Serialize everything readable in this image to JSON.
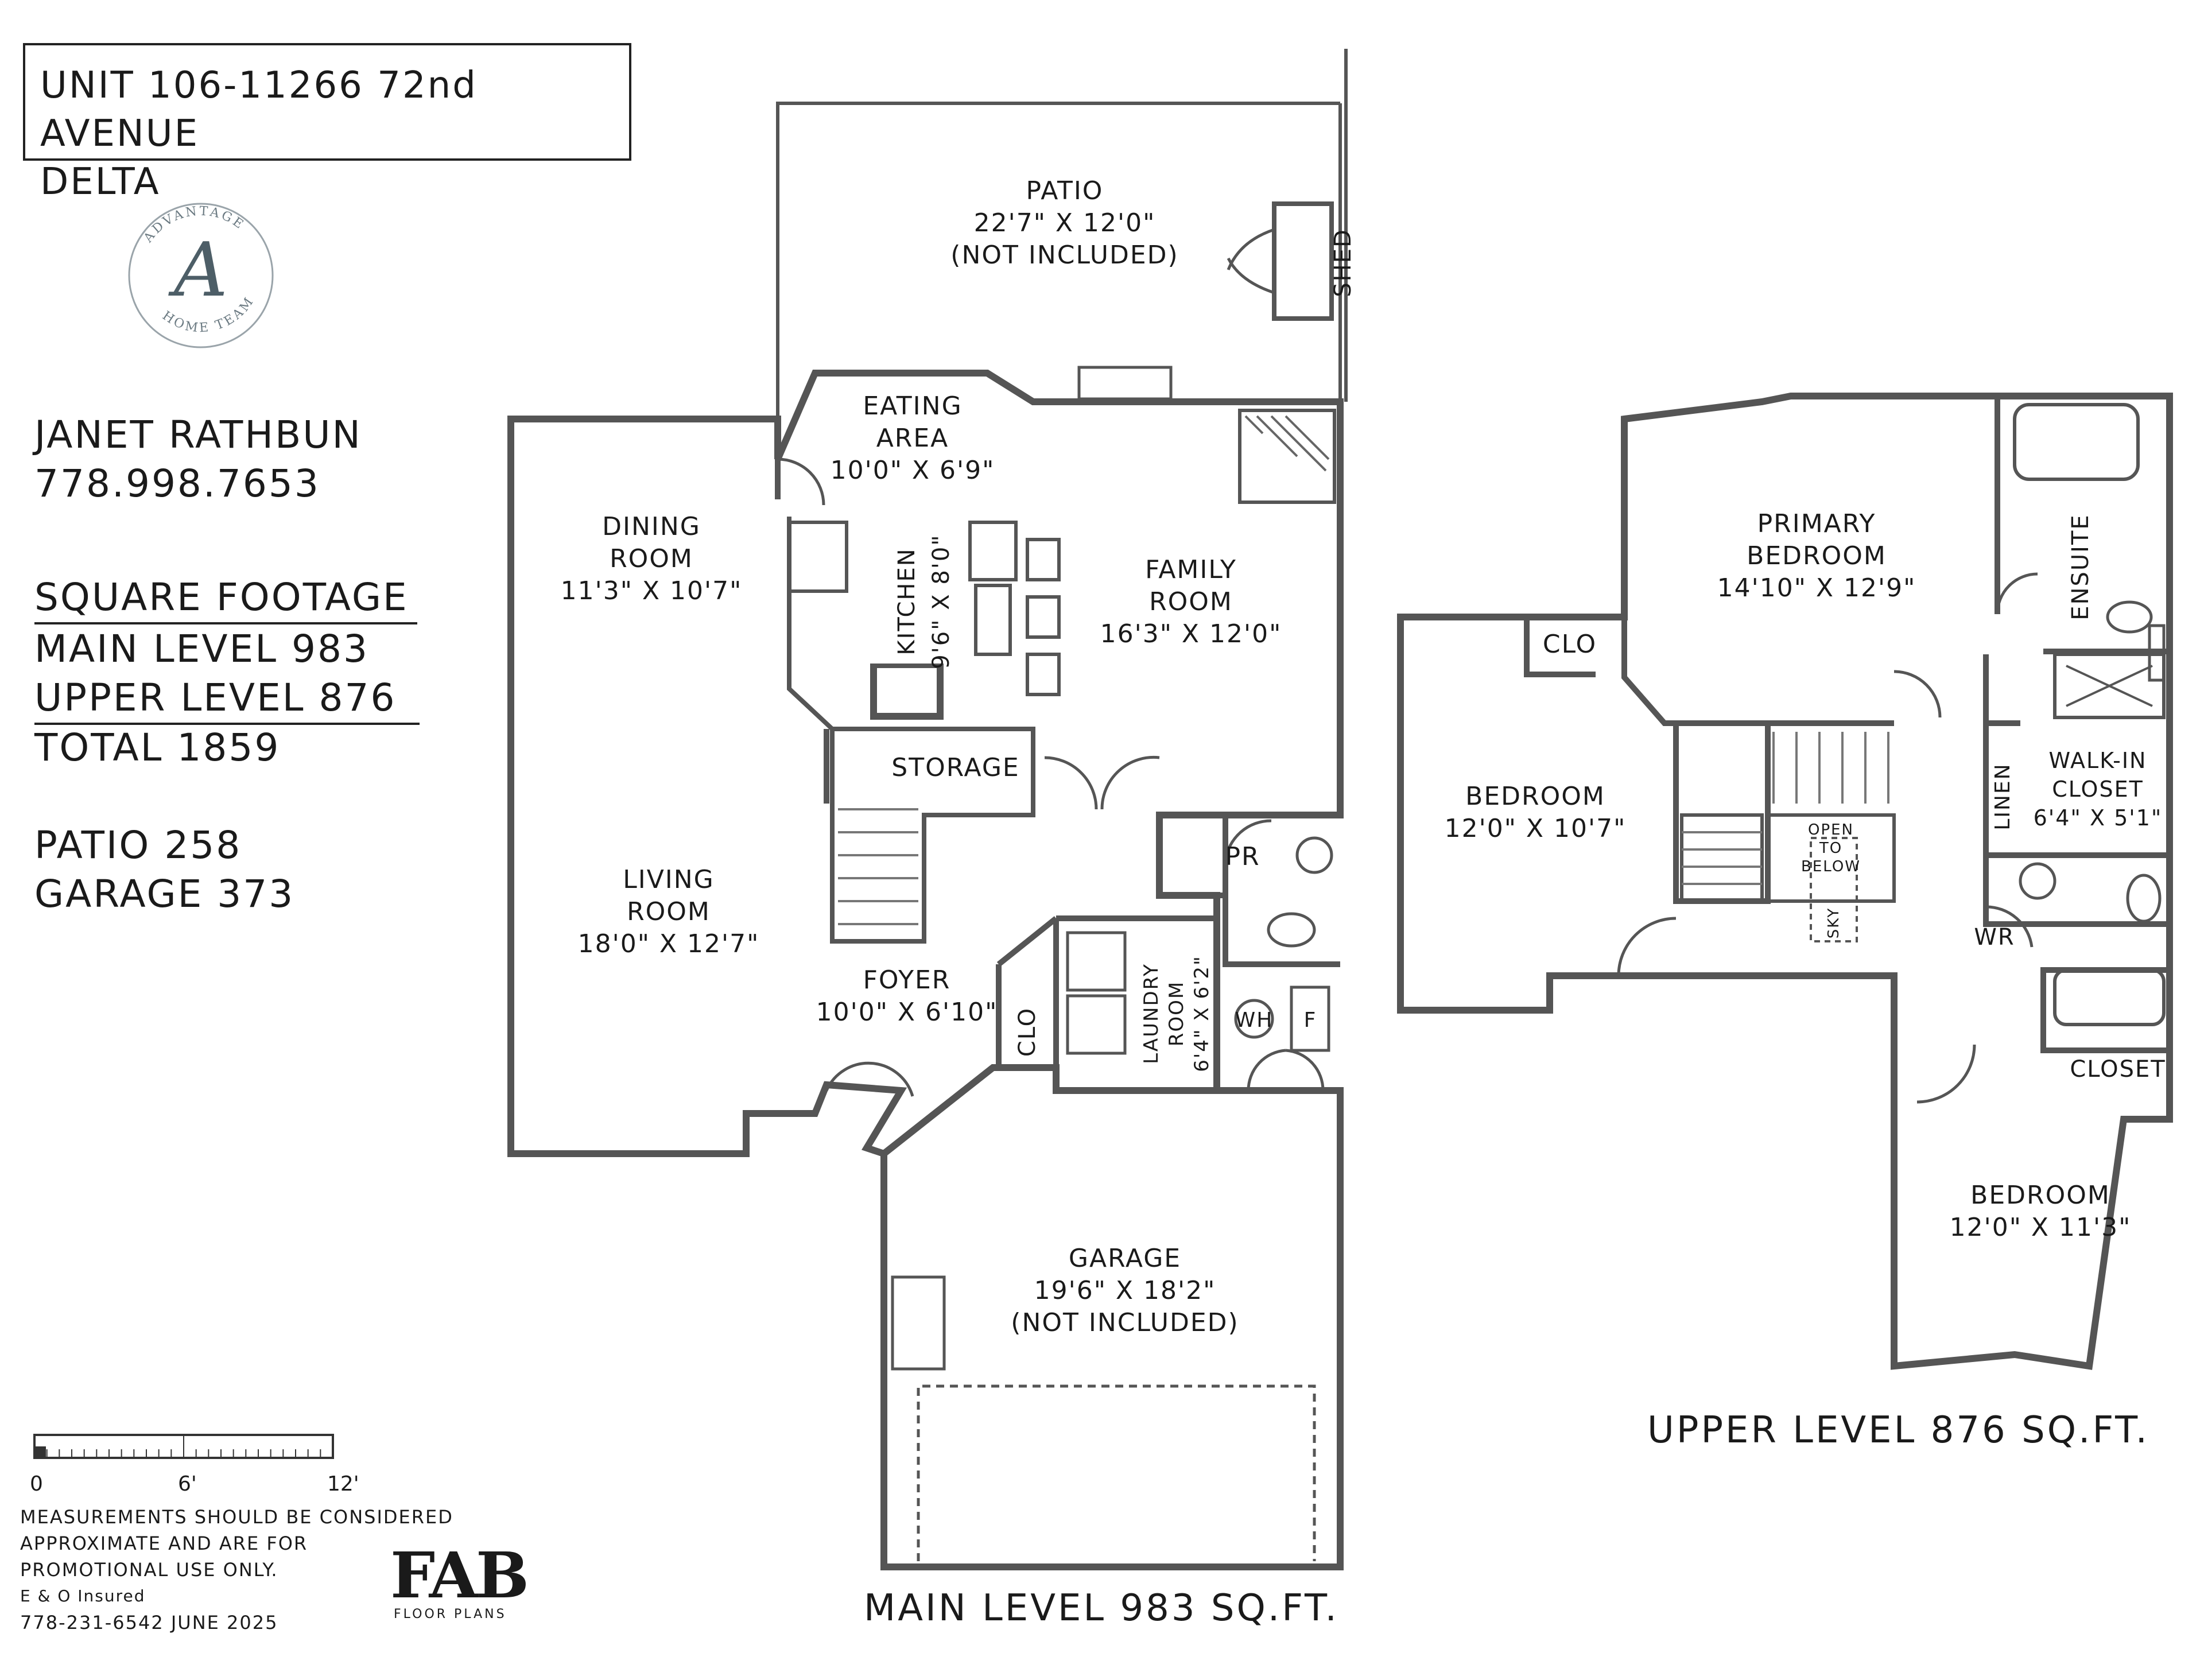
{
  "header": {
    "address_line1": "UNIT 106-11266 72nd AVENUE",
    "address_line2": "DELTA"
  },
  "logo": {
    "top_text": "ADVANTAGE",
    "letter": "A",
    "bottom_text": "HOME TEAM"
  },
  "agent": {
    "name": "JANET RATHBUN",
    "phone": "778.998.7653"
  },
  "square_footage": {
    "heading": "SQUARE FOOTAGE",
    "main": "MAIN LEVEL 983",
    "upper": "UPPER LEVEL 876",
    "total": "TOTAL 1859",
    "patio": "PATIO 258",
    "garage": "GARAGE 373"
  },
  "main_level": {
    "title": "MAIN LEVEL 983 SQ.FT.",
    "rooms": {
      "patio": {
        "name": "PATIO",
        "dims": "22'7\" X 12'0\"",
        "note": "(NOT INCLUDED)"
      },
      "shed": {
        "name": "SHED"
      },
      "eating": {
        "name1": "EATING",
        "name2": "AREA",
        "dims": "10'0\" X 6'9\""
      },
      "dining": {
        "name1": "DINING",
        "name2": "ROOM",
        "dims": "11'3\" X 10'7\""
      },
      "kitchen": {
        "name": "KITCHEN",
        "dims": "9'6\" X 8'0\""
      },
      "family": {
        "name1": "FAMILY",
        "name2": "ROOM",
        "dims": "16'3\" X 12'0\""
      },
      "storage": {
        "name": "STORAGE"
      },
      "pr": {
        "name": "PR"
      },
      "living": {
        "name1": "LIVING",
        "name2": "ROOM",
        "dims": "18'0\" X 12'7\""
      },
      "foyer": {
        "name": "FOYER",
        "dims": "10'0\" X 6'10\""
      },
      "clo": {
        "name": "CLO"
      },
      "laundry": {
        "name1": "LAUNDRY",
        "name2": "ROOM",
        "dims": "6'4\" X 6'2\""
      },
      "wh": {
        "name": "WH"
      },
      "f": {
        "name": "F"
      },
      "garage": {
        "name": "GARAGE",
        "dims": "19'6\" X 18'2\"",
        "note": "(NOT INCLUDED)"
      }
    }
  },
  "upper_level": {
    "title": "UPPER LEVEL 876 SQ.FT.",
    "rooms": {
      "primary": {
        "name1": "PRIMARY",
        "name2": "BEDROOM",
        "dims": "14'10\" X 12'9\""
      },
      "ensuite": {
        "name": "ENSUITE"
      },
      "clo": {
        "name": "CLO"
      },
      "bedroom1": {
        "name": "BEDROOM",
        "dims": "12'0\" X 10'7\""
      },
      "walkin": {
        "name1": "WALK-IN",
        "name2": "CLOSET",
        "dims": "6'4\" X 5'1\""
      },
      "linen": {
        "name": "LINEN"
      },
      "open": {
        "line1": "OPEN",
        "line2": "TO",
        "line3": "BELOW"
      },
      "sky": {
        "name": "SKY"
      },
      "wr": {
        "name": "WR"
      },
      "closet": {
        "name": "CLOSET"
      },
      "bedroom2": {
        "name": "BEDROOM",
        "dims": "12'0\" X 11'3\""
      }
    }
  },
  "scale": {
    "labels": [
      "0",
      "6'",
      "12'"
    ]
  },
  "disclaimer": {
    "line1": "MEASUREMENTS SHOULD BE CONSIDERED",
    "line2": "APPROXIMATE AND ARE FOR",
    "line3": "PROMOTIONAL USE ONLY.",
    "line4": "E & O Insured",
    "line5": "778-231-6542  JUNE 2025"
  },
  "brand": {
    "name": "FAB",
    "sub": "FLOOR PLANS"
  }
}
